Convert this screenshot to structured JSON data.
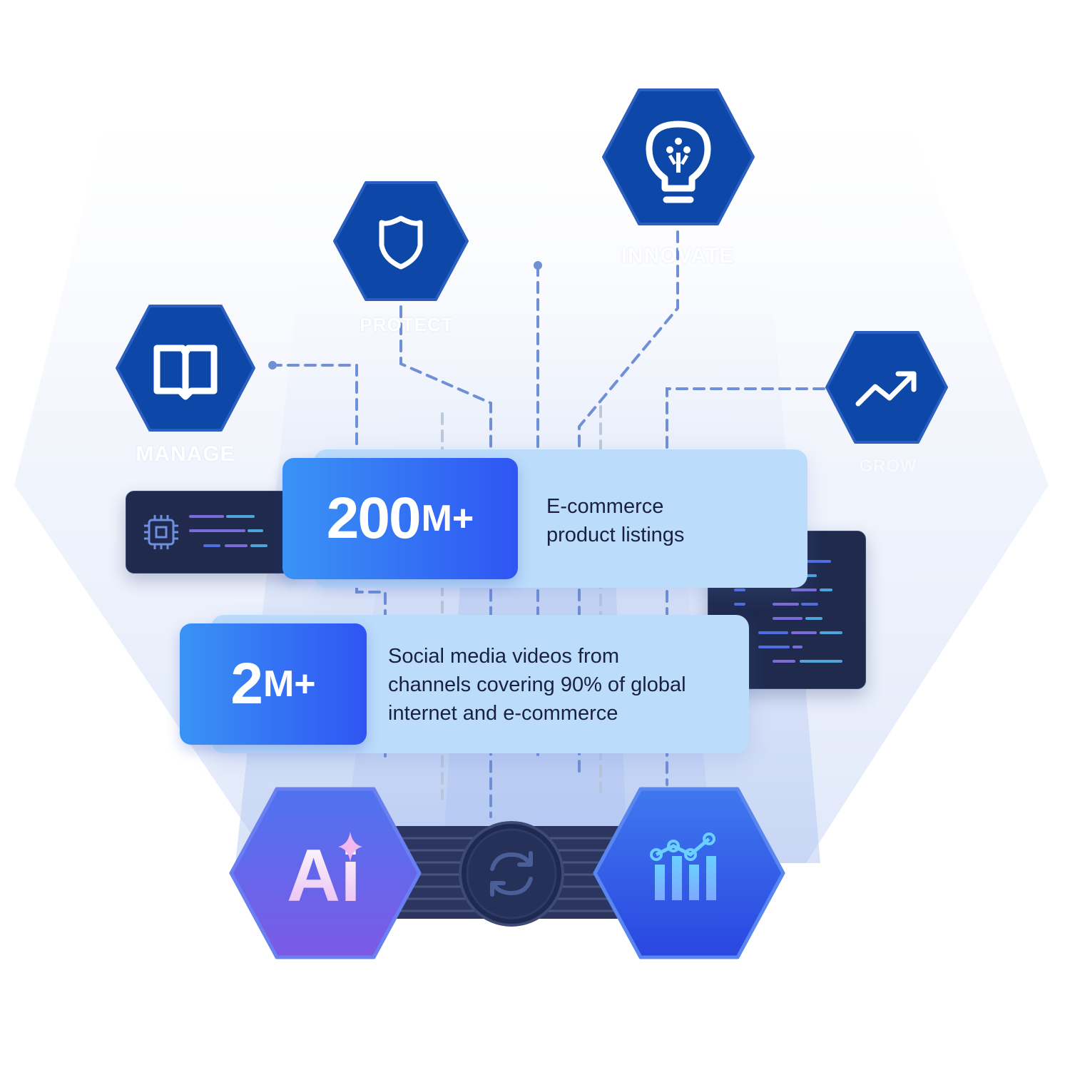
{
  "hexagons": {
    "manage": {
      "label": "MANAGE",
      "icon": "open-book-icon"
    },
    "protect": {
      "label": "PROTECT",
      "icon": "shield-icon"
    },
    "innovate": {
      "label": "INNOVATE",
      "icon": "lightbulb-icon"
    },
    "grow": {
      "label": "GROW",
      "icon": "trending-up-icon"
    }
  },
  "stats": [
    {
      "number": "200",
      "suffix": "M+",
      "description": [
        "E-commerce",
        "product listings"
      ]
    },
    {
      "number": "2",
      "suffix": "M+",
      "description": [
        "Social media videos from",
        "channels covering 90% of global",
        "internet and e-commerce"
      ]
    }
  ],
  "bottom": {
    "ai": {
      "text": "Ai",
      "icon": "ai-sparkle-icon"
    },
    "sync": {
      "icon": "sync-icon"
    },
    "analytics": {
      "icon": "bar-line-chart-icon"
    }
  },
  "side_panels": {
    "left": {
      "icon": "chip-icon"
    },
    "right": {
      "icon": "code-lines-icon"
    }
  },
  "colors": {
    "hex_blue": "#0d47a8",
    "card_bg": "#bcdcfb",
    "badge_start": "#3a93f5",
    "badge_end": "#2f55f3",
    "ai_purple": "#6b55e8",
    "analytics_blue": "#2f58e8",
    "connector": "#6f8fd6",
    "panel_dark": "#1f2a4d"
  }
}
